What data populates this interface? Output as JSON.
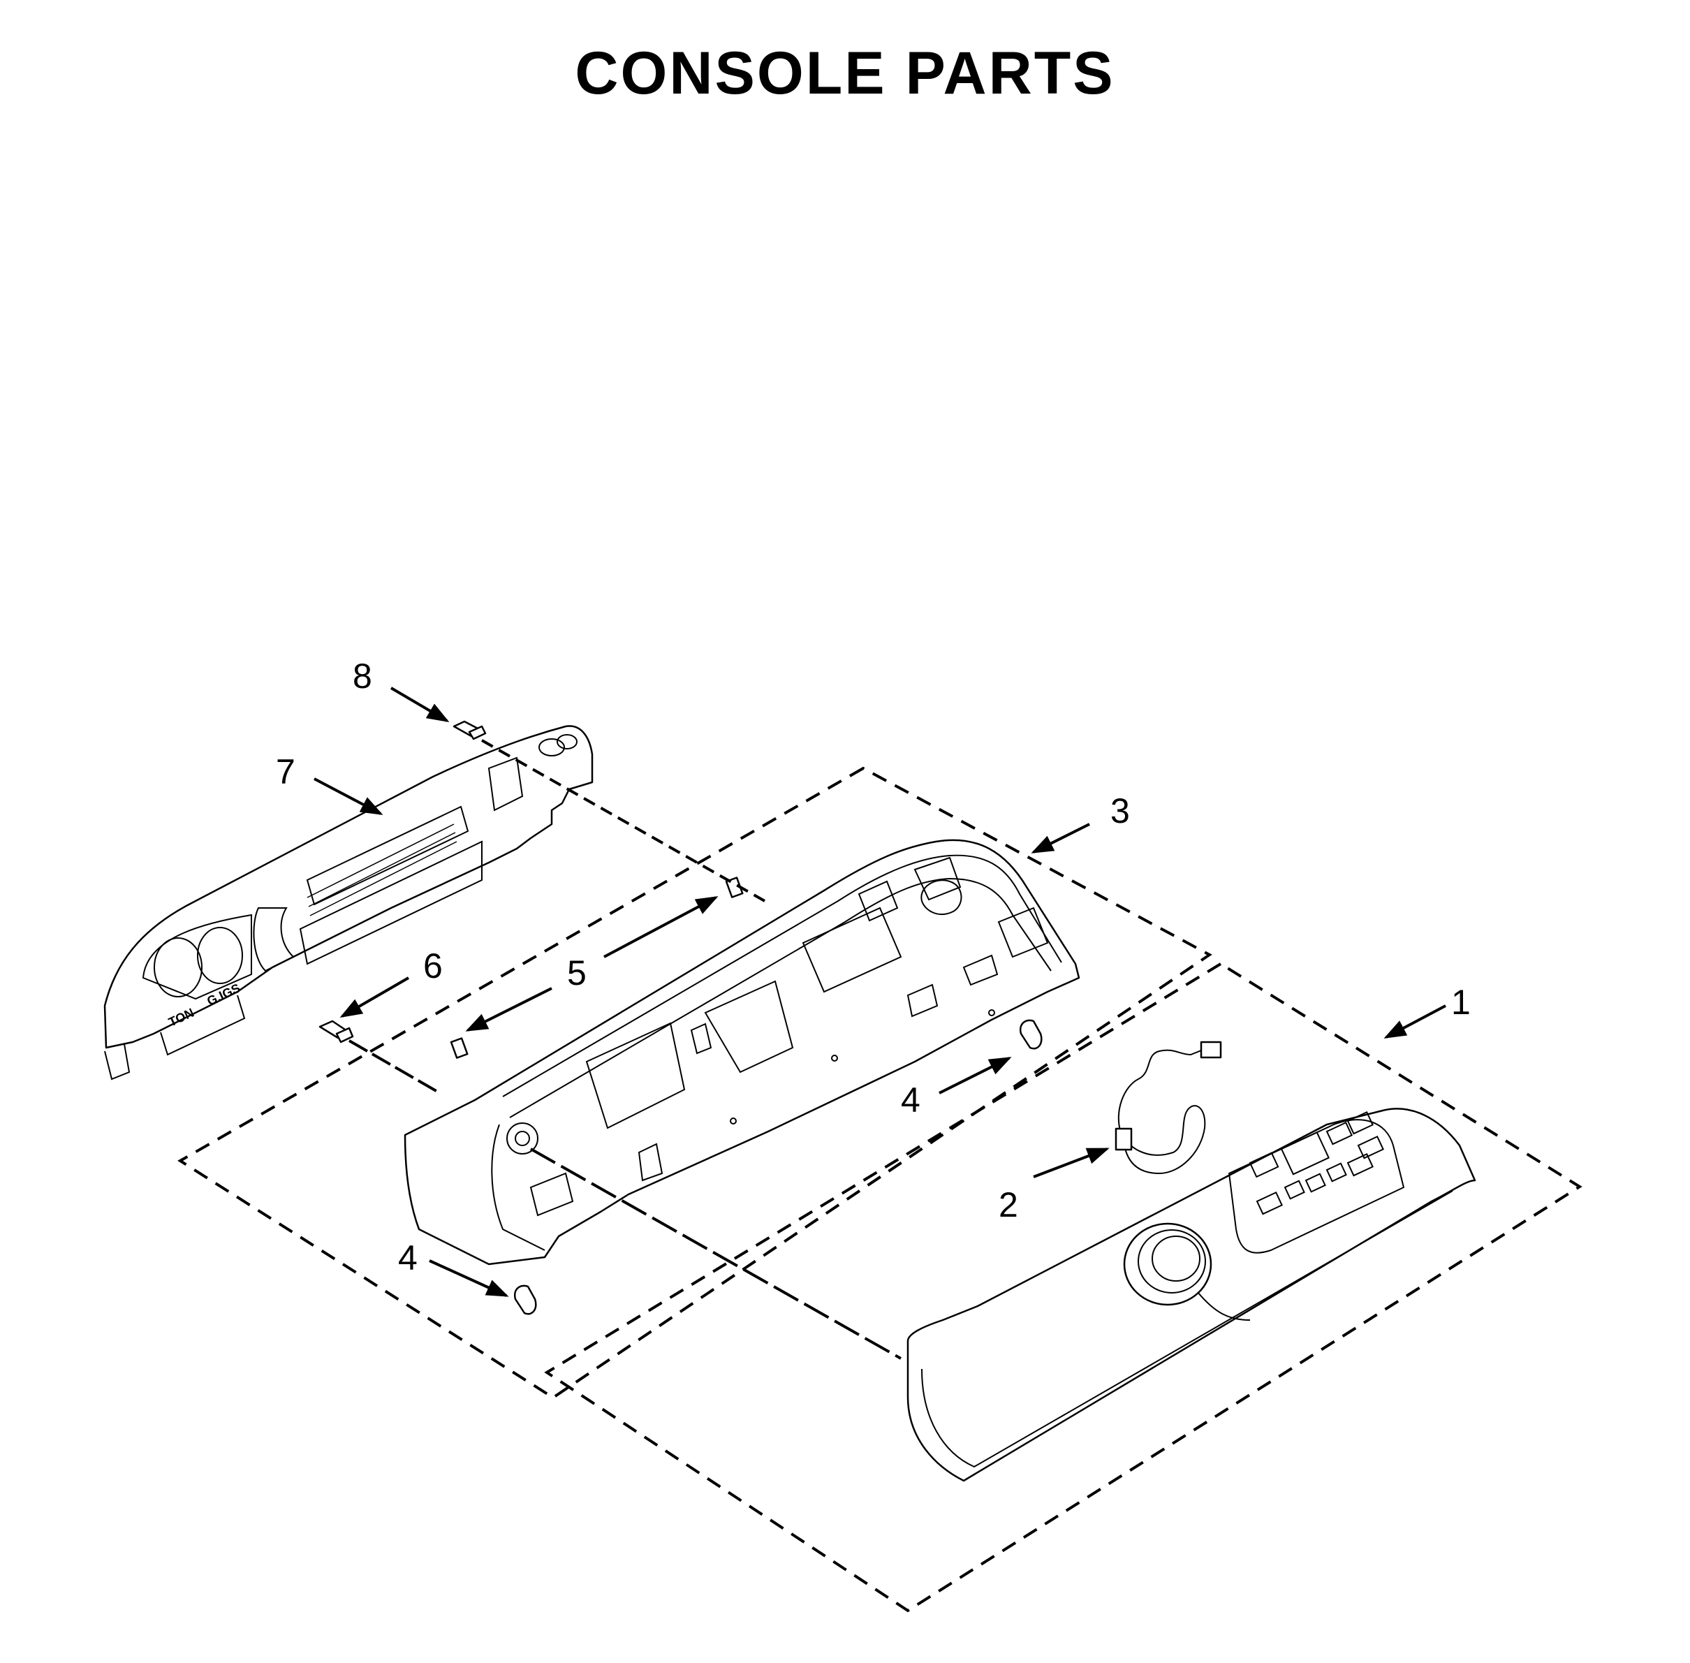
{
  "title": "CONSOLE PARTS",
  "callouts": {
    "c1": "1",
    "c2": "2",
    "c3": "3",
    "c4a": "4",
    "c4b": "4",
    "c5": "5",
    "c6": "6",
    "c7": "7",
    "c8": "8"
  },
  "panel_marks": {
    "left": "TON",
    "right": "G.IGS"
  }
}
